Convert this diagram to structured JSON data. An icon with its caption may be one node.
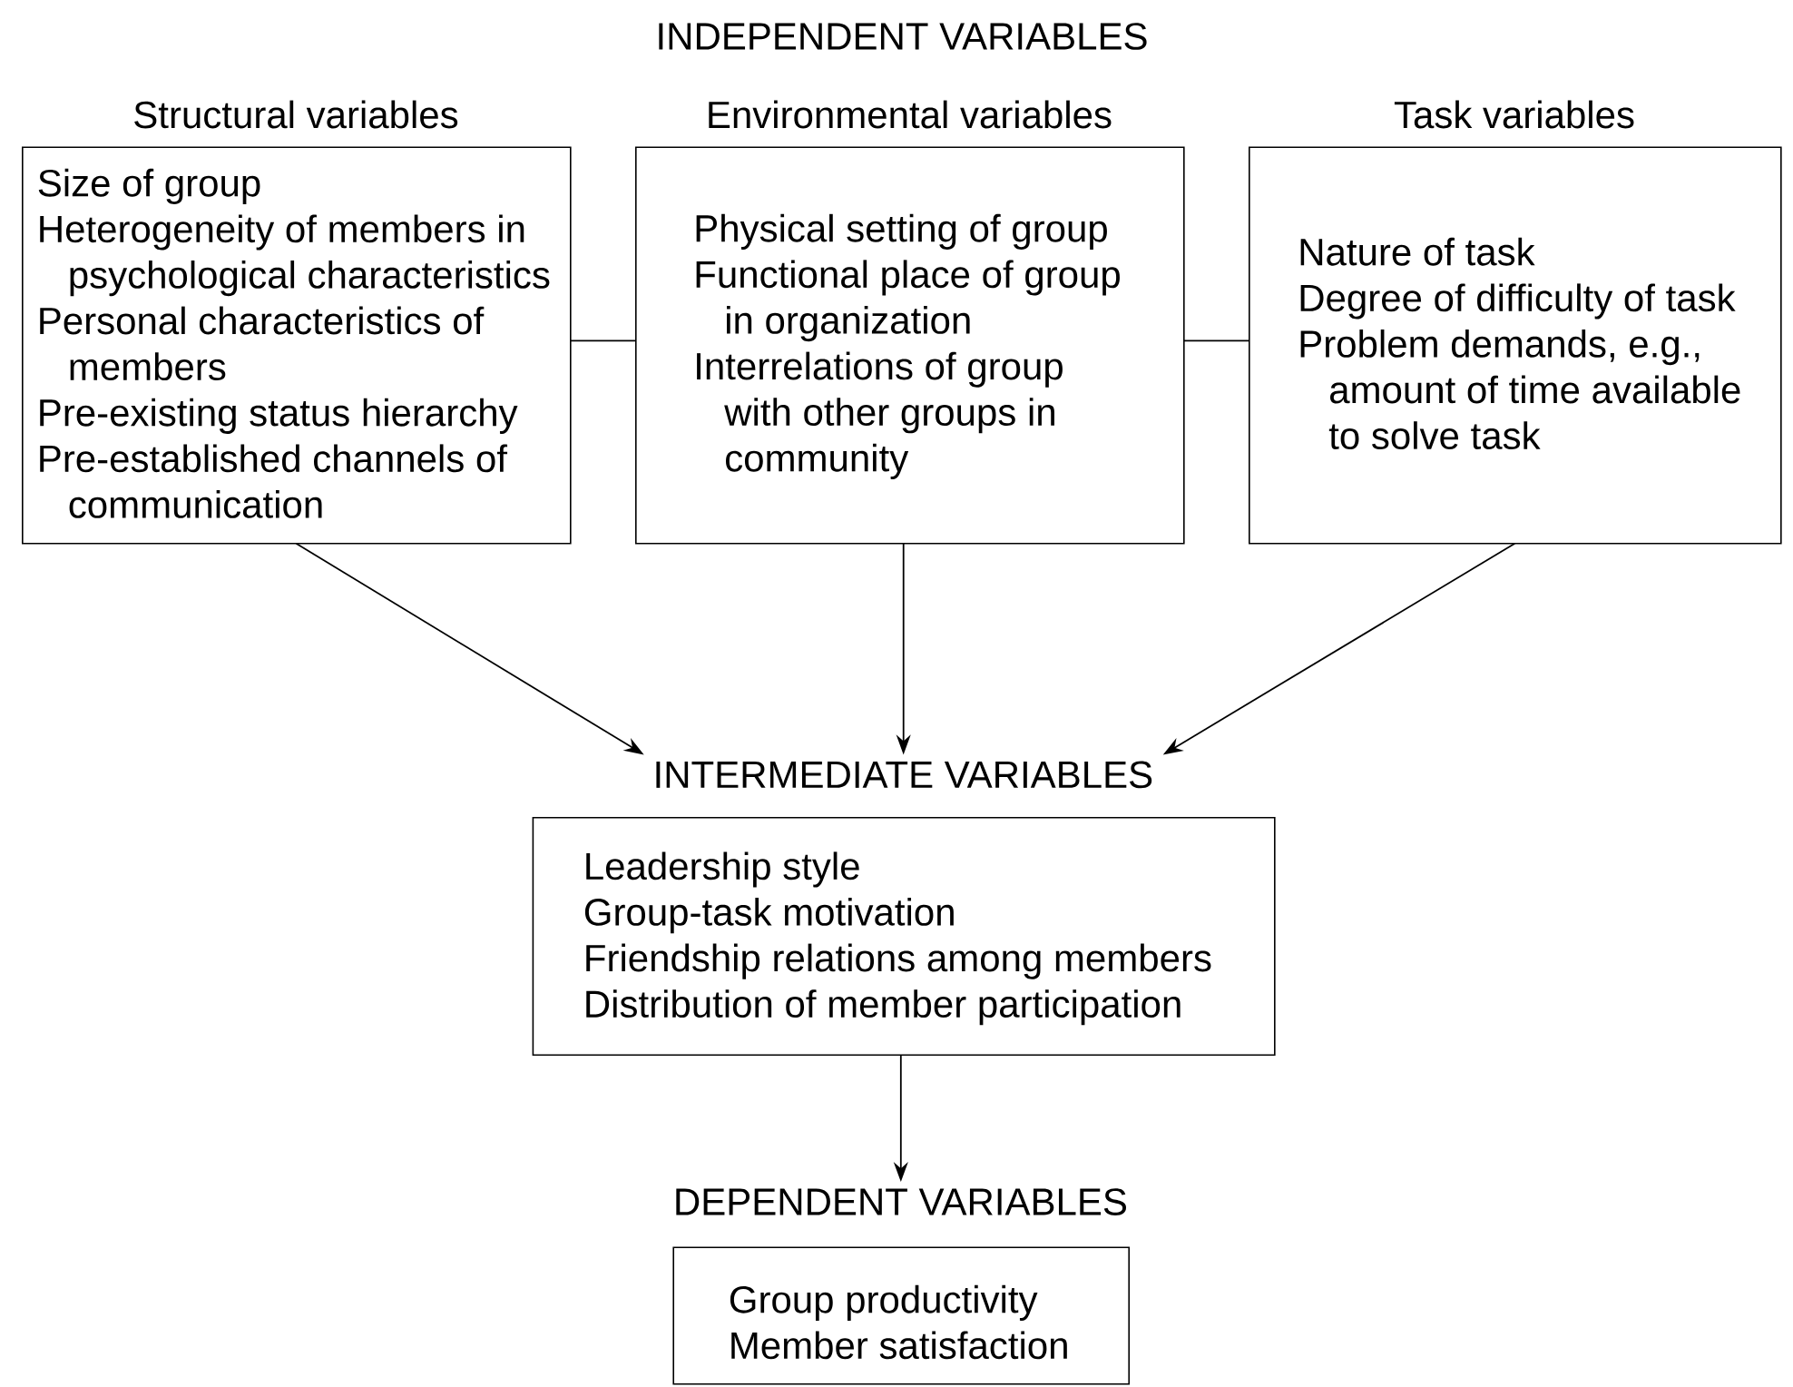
{
  "diagram": {
    "title": "INDEPENDENT VARIABLES",
    "nodes": [
      {
        "text": [
          "Structural variables",
          "Size of group",
          "Heterogeneity of members in psychological characteristics",
          "Personal characteristics of members",
          "Pre-existing status hierarchy",
          "Pre-established channels of communication"
        ]
      },
      {
        "text": [
          "Environmental variables",
          "Physical setting of group",
          "Functional place of group in organization",
          "Interrelations of group with other groups in community"
        ]
      },
      {
        "text": [
          "Task variables",
          "Nature of task",
          "Degree of difficulty of task",
          "Problem demands, e.g., amount of time available to solve task"
        ]
      },
      {
        "text": [
          "INTERMEDIATE VARIABLES",
          "Leadership style",
          "Group-task motivation",
          "Friendship relations among members",
          "Distribution of member participation"
        ]
      },
      {
        "text": [
          "DEPENDENT VARIABLES",
          "Group productivity",
          "Member satisfaction"
        ]
      }
    ],
    "edges": [
      {
        "from": 0,
        "to": 1,
        "arrow": "none"
      },
      {
        "from": 1,
        "to": 2,
        "arrow": "none"
      },
      {
        "from": 0,
        "to": 3,
        "arrow": "to"
      },
      {
        "from": 1,
        "to": 3,
        "arrow": "to"
      },
      {
        "from": 2,
        "to": 3,
        "arrow": "to"
      },
      {
        "from": 3,
        "to": 4,
        "arrow": "to"
      }
    ]
  }
}
